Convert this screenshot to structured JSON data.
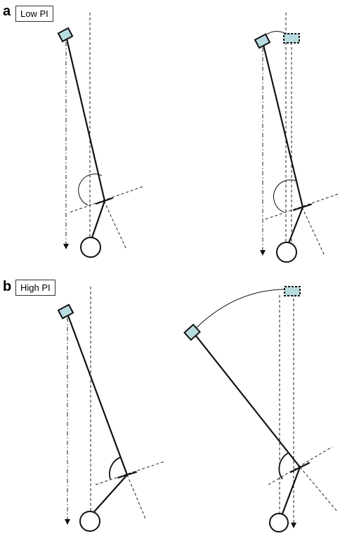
{
  "panels": [
    {
      "letter": "a",
      "label": "Low PI"
    },
    {
      "letter": "b",
      "label": "High PI"
    }
  ]
}
